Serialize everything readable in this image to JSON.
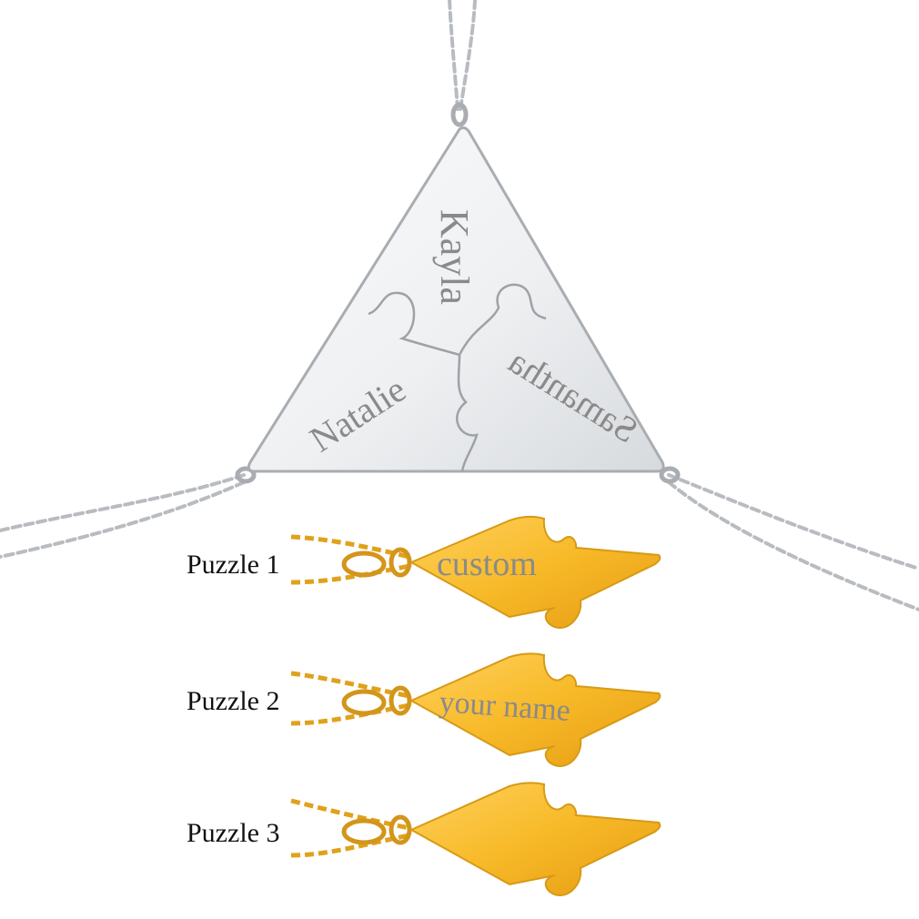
{
  "engraved_names": {
    "top": "Kayla",
    "left": "Natalie",
    "right": "Samantha"
  },
  "puzzles": [
    {
      "label": "Puzzle 1",
      "engraving": "custom"
    },
    {
      "label": "Puzzle 2",
      "engraving": "your name"
    },
    {
      "label": "Puzzle 3",
      "engraving": ""
    }
  ],
  "colors": {
    "silver": "#d8dbde",
    "gold": "#f2b423",
    "engraving": "#8a8a8a"
  }
}
